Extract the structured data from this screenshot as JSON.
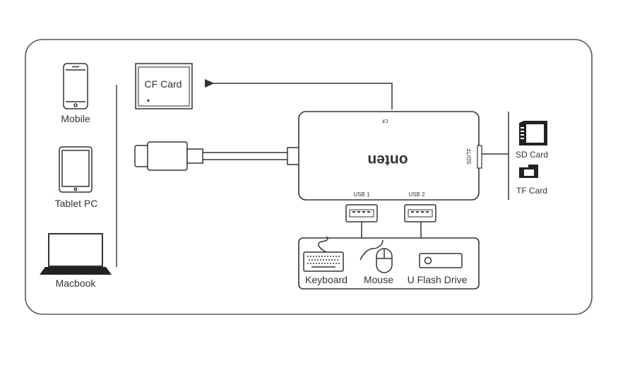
{
  "devices": {
    "mobile": "Mobile",
    "tablet": "Tablet PC",
    "macbook": "Macbook"
  },
  "cf_card": {
    "label": "CF Card",
    "marker": "▼"
  },
  "hub": {
    "brand": "onten",
    "cf_port": "CF",
    "sd_tf_port": "SD/TF",
    "usb1": "USB 1",
    "usb2": "USB 2"
  },
  "cards": {
    "sd": "SD Card",
    "tf": "TF Card"
  },
  "peripherals": {
    "keyboard": "Keyboard",
    "mouse": "Mouse",
    "flash_drive": "U Flash Drive"
  }
}
